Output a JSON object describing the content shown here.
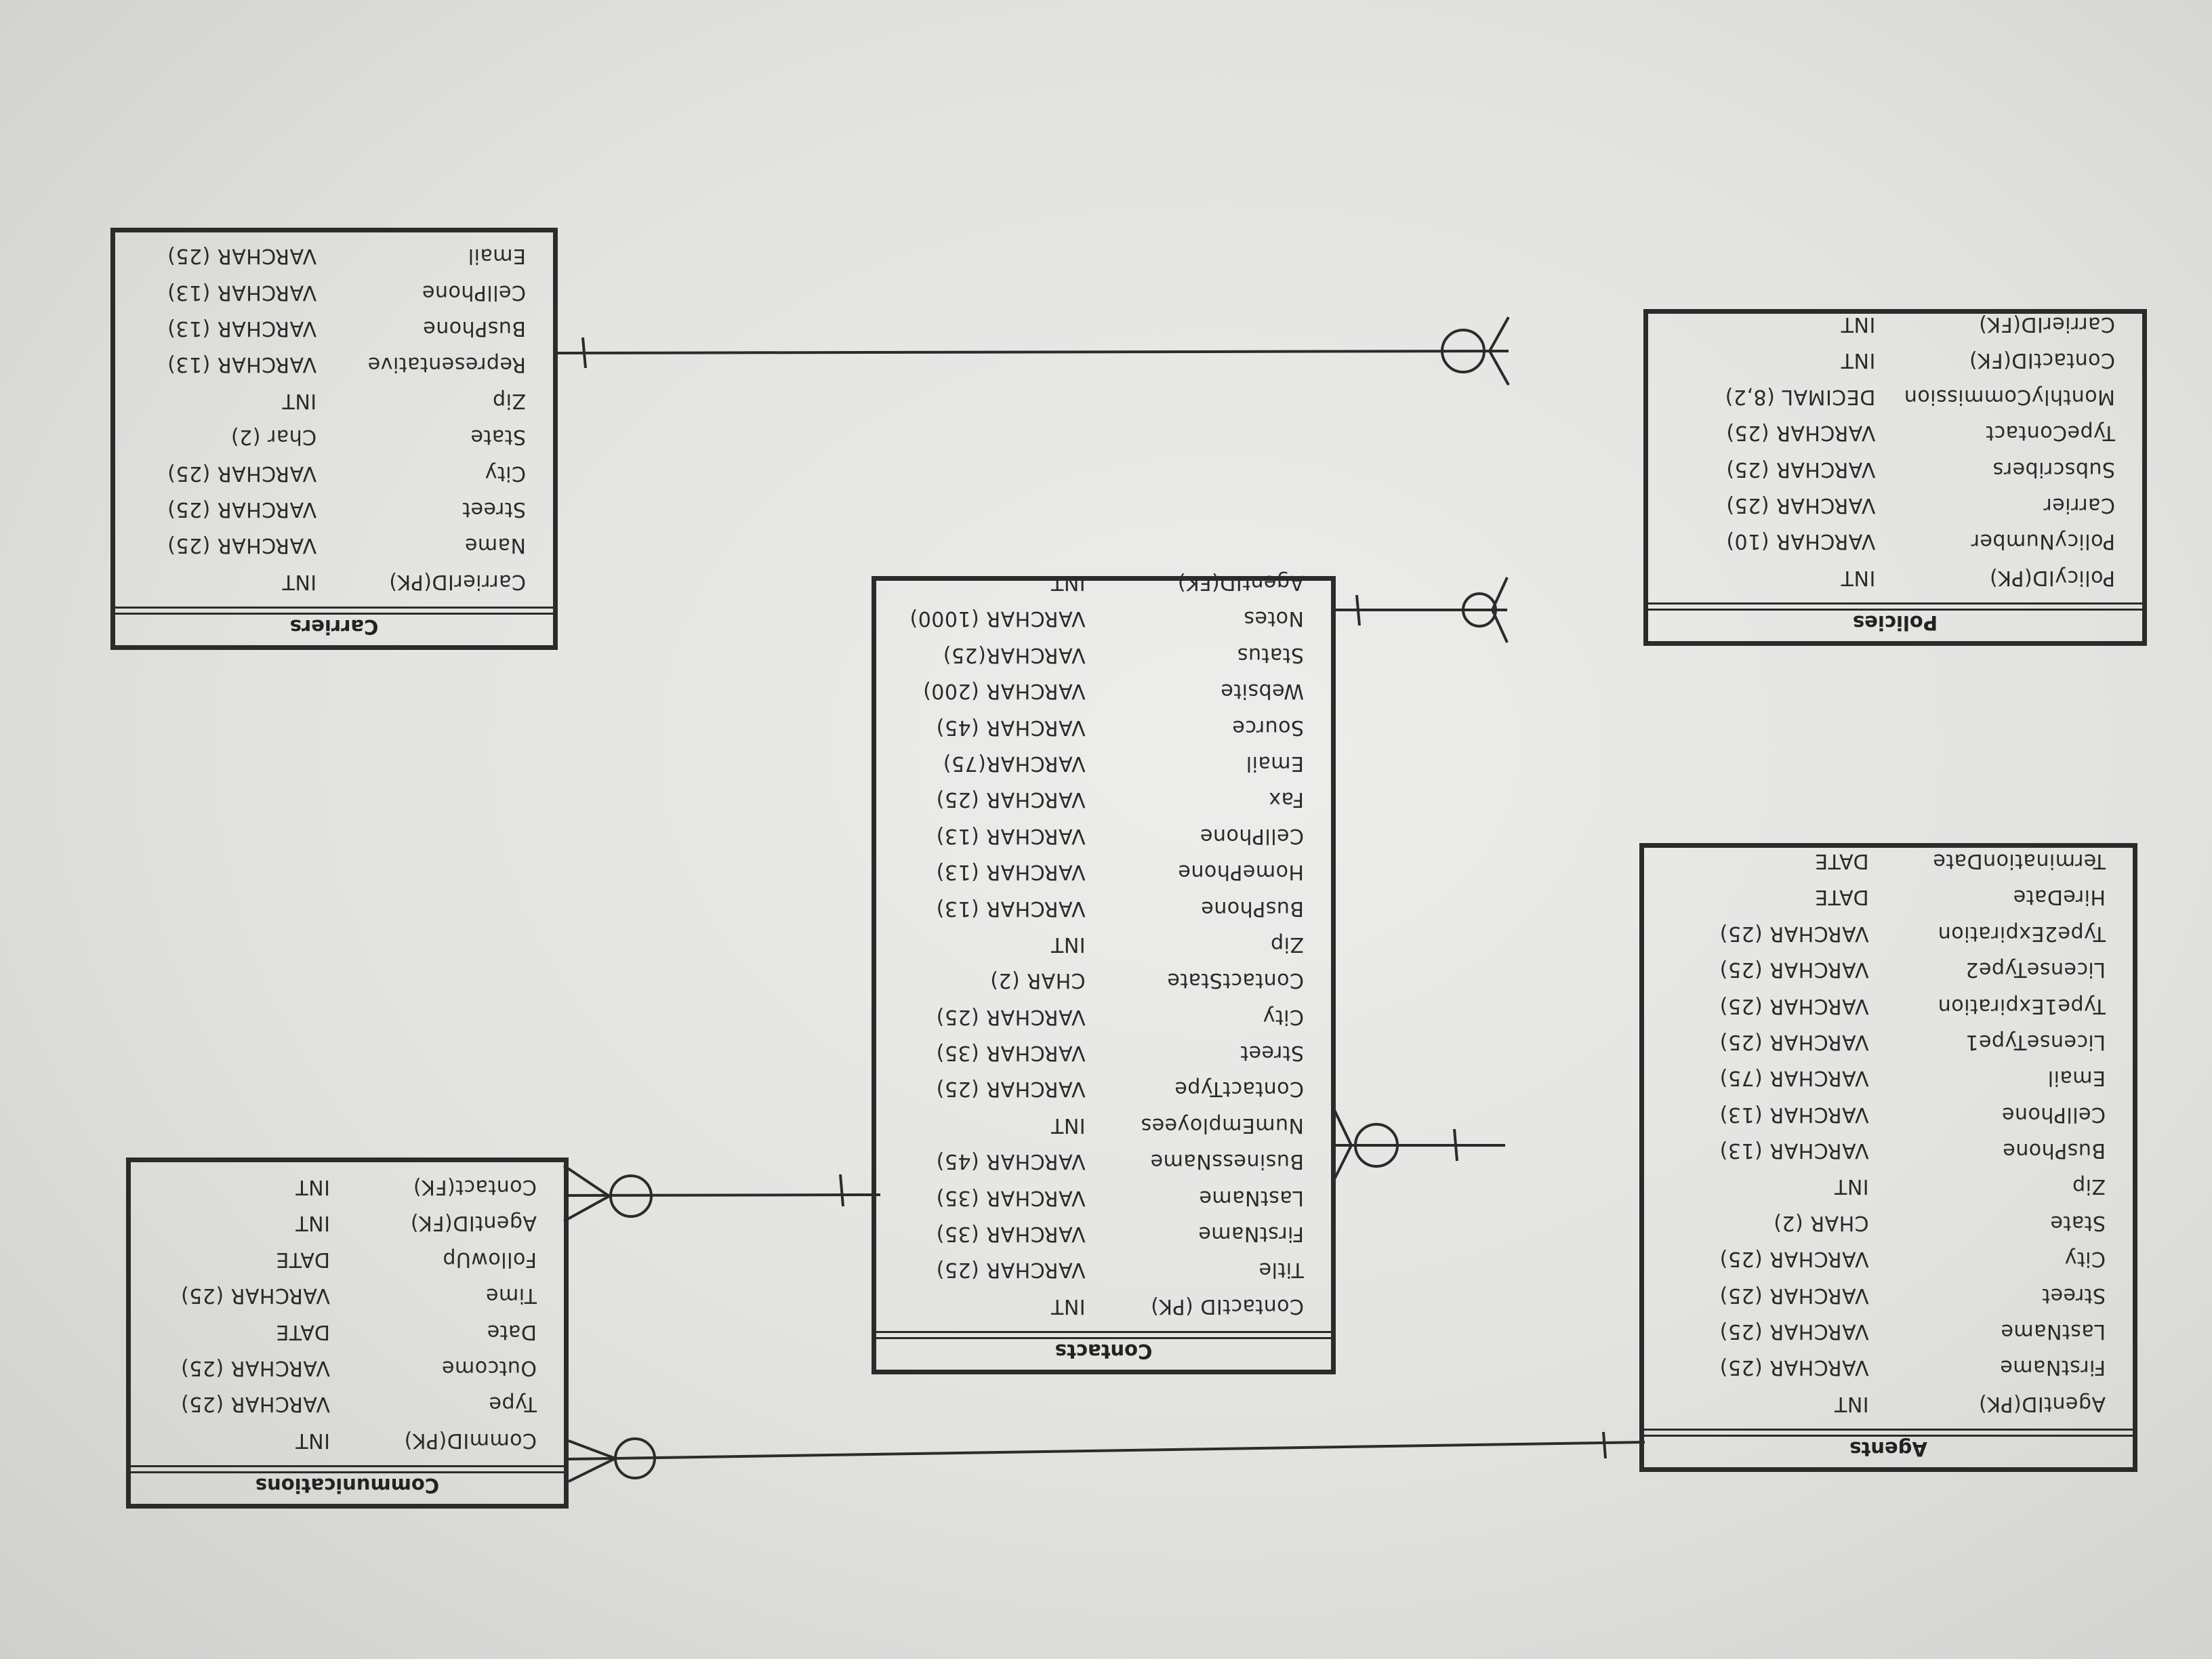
{
  "entities": {
    "carriers": {
      "title": "Carriers",
      "rows": [
        {
          "name": "CarrierID(PK)",
          "type": "INT"
        },
        {
          "name": "Name",
          "type": "VARCHAR (25)"
        },
        {
          "name": "Street",
          "type": "VARCHAR (25)"
        },
        {
          "name": "City",
          "type": "VARCHAR (25)"
        },
        {
          "name": "State",
          "type": "Char (2)"
        },
        {
          "name": "Zip",
          "type": "INT"
        },
        {
          "name": "Representative",
          "type": "VARCHAR (13)"
        },
        {
          "name": "BusPhone",
          "type": "VARCHAR (13)"
        },
        {
          "name": "CellPhone",
          "type": "VARCHAR (13)"
        },
        {
          "name": "Email",
          "type": "VARCHAR (25)"
        }
      ]
    },
    "policies": {
      "title": "Policies",
      "rows": [
        {
          "name": "PolicyID(PK)",
          "type": "INT"
        },
        {
          "name": "PolicyNumber",
          "type": "VARCHAR (10)"
        },
        {
          "name": "Carrier",
          "type": "VARCHAR (25)"
        },
        {
          "name": "Subscribers",
          "type": "VARCHAR (25)"
        },
        {
          "name": "TypeContact",
          "type": "VARCHAR (25)"
        },
        {
          "name": "MonthlyCommission",
          "type": "DECIMAL (8,2)"
        },
        {
          "name": "ContactID(FK)",
          "type": "INT"
        },
        {
          "name": "CarrierID(FK)",
          "type": "INT"
        }
      ]
    },
    "contacts": {
      "title": "Contacts",
      "rows": [
        {
          "name": "ContactID (PK)",
          "type": "INT"
        },
        {
          "name": "Title",
          "type": "VARCHAR (25)"
        },
        {
          "name": "FirstName",
          "type": "VARCHAR (35)"
        },
        {
          "name": "LastName",
          "type": "VARCHAR (35)"
        },
        {
          "name": "BusinessName",
          "type": "VARCHAR (45)"
        },
        {
          "name": "NumEmployees",
          "type": "INT"
        },
        {
          "name": "ContactType",
          "type": "VARCHAR (25)"
        },
        {
          "name": "Street",
          "type": "VARCHAR (35)"
        },
        {
          "name": "City",
          "type": "VARCHAR (25)"
        },
        {
          "name": "ContactState",
          "type": "CHAR (2)"
        },
        {
          "name": "Zip",
          "type": "INT"
        },
        {
          "name": "BusPhone",
          "type": "VARCHAR (13)"
        },
        {
          "name": "HomePhone",
          "type": "VARCHAR (13)"
        },
        {
          "name": "CellPhone",
          "type": "VARCHAR (13)"
        },
        {
          "name": "Fax",
          "type": "VARCHAR (25)"
        },
        {
          "name": "Email",
          "type": "VARCHAR(75)"
        },
        {
          "name": "Source",
          "type": "VARCHAR (45)"
        },
        {
          "name": "Website",
          "type": "VARCHAR (200)"
        },
        {
          "name": "Status",
          "type": "VARCHAR(25)"
        },
        {
          "name": "Notes",
          "type": "VARCHAR (1000)"
        },
        {
          "name": "AgentID(FK)",
          "type": "INT"
        }
      ]
    },
    "agents": {
      "title": "Agents",
      "rows": [
        {
          "name": "AgentID(PK)",
          "type": "INT"
        },
        {
          "name": "FirstName",
          "type": "VARCHAR (25)"
        },
        {
          "name": "LastName",
          "type": "VARCHAR (25)"
        },
        {
          "name": "Street",
          "type": "VARCHAR (25)"
        },
        {
          "name": "City",
          "type": "VARCHAR (25)"
        },
        {
          "name": "State",
          "type": "CHAR (2)"
        },
        {
          "name": "Zip",
          "type": "INT"
        },
        {
          "name": "BusPhone",
          "type": "VARCHAR (13)"
        },
        {
          "name": "CellPhone",
          "type": "VARCHAR (13)"
        },
        {
          "name": "Email",
          "type": "VARCHAR (75)"
        },
        {
          "name": "LicenseType1",
          "type": "VARCHAR (25)"
        },
        {
          "name": "Type1Expiration",
          "type": "VARCHAR (25)"
        },
        {
          "name": "LicenseType2",
          "type": "VARCHAR (25)"
        },
        {
          "name": "Type2Expiration",
          "type": "VARCHAR (25)"
        },
        {
          "name": "HireDate",
          "type": "DATE"
        },
        {
          "name": "TerminationDate",
          "type": "DATE"
        }
      ]
    },
    "communications": {
      "title": "Communications",
      "rows": [
        {
          "name": "CommID(PK)",
          "type": "INT"
        },
        {
          "name": "Type",
          "type": "VARCHAR (25)"
        },
        {
          "name": "Outcome",
          "type": "VARCHAR (25)"
        },
        {
          "name": "Date",
          "type": "DATE"
        },
        {
          "name": "Time",
          "type": "VARCHAR (25)"
        },
        {
          "name": "FollowUp",
          "type": "DATE"
        },
        {
          "name": "AgentID(FK)",
          "type": "INT"
        },
        {
          "name": "Contact(FK)",
          "type": "INT"
        }
      ]
    }
  },
  "relationships": [
    {
      "one": "carriers",
      "many": "policies"
    },
    {
      "one": "contacts",
      "many": "policies"
    },
    {
      "one": "agents",
      "many": "contacts"
    },
    {
      "one": "contacts",
      "many": "communications"
    },
    {
      "one": "agents",
      "many": "communications"
    }
  ]
}
